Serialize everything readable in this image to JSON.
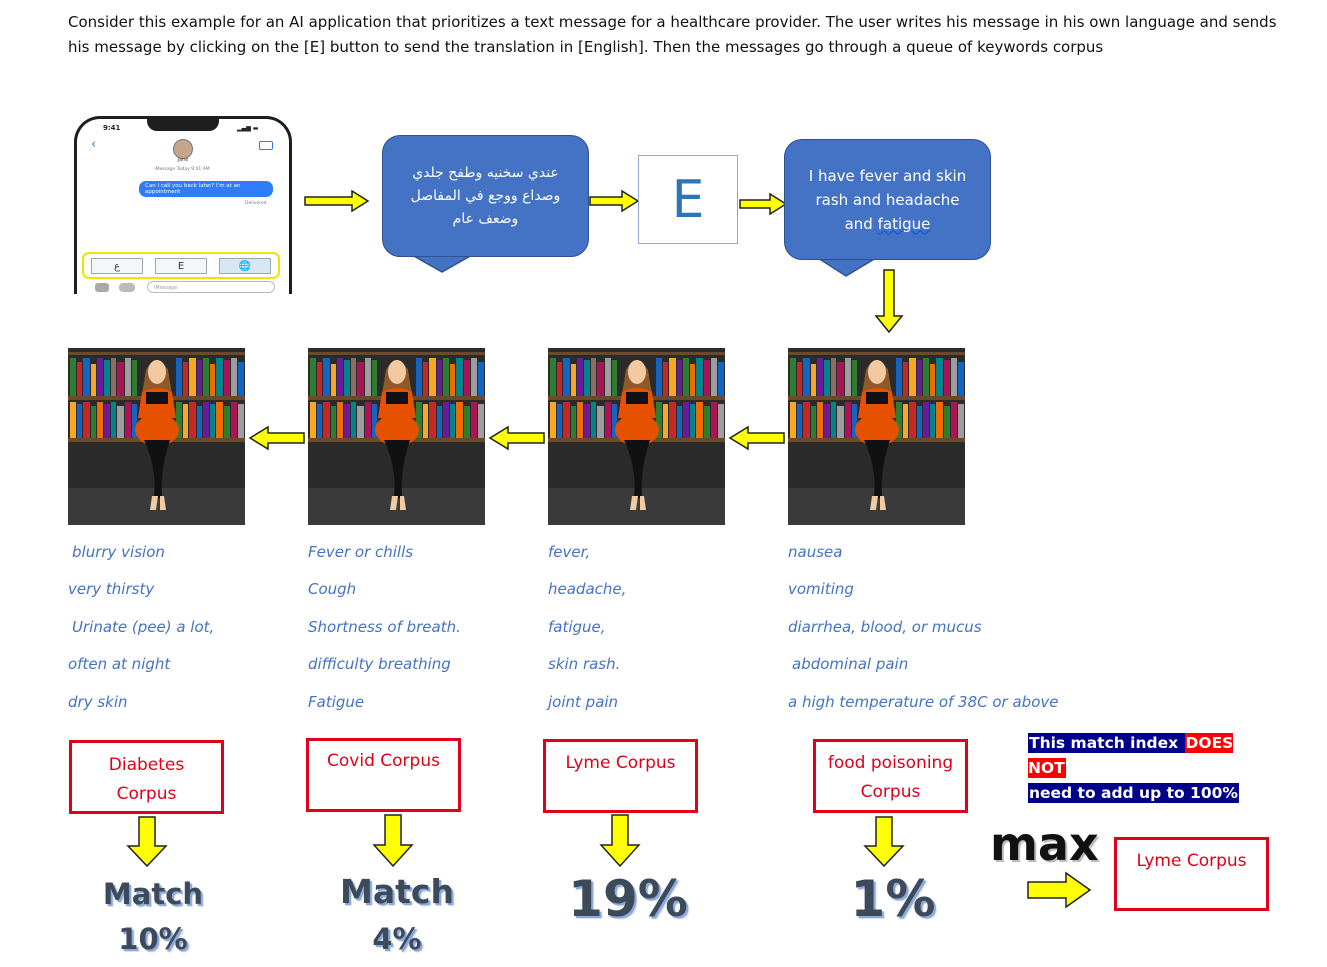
{
  "intro": "Consider this example for an AI application that prioritizes a text message for a healthcare provider. The user writes his message in his own language and sends his message by clicking on the [E] button to send the translation in [English]. Then the messages go through a queue of keywords corpus",
  "phone": {
    "time": "9:41",
    "contact": "Jane",
    "imessage": "iMessage Today 9:41 AM",
    "bubble": "Can I call you back later? I'm at an appointment",
    "delivered": "Delivered",
    "keys": [
      "ع",
      "E",
      "🌐"
    ],
    "input_placeholder": "iMessage"
  },
  "arabic_message": "عندي سخنيه وطفح جلدي وصداع ووجع في المفاصل وضعف عام",
  "e_button": "E",
  "english_message": {
    "before": "I have fever and skin rash and headache and ",
    "underlined": "fatigue"
  },
  "columns": [
    {
      "symptoms": [
        "blurry vision",
        "very thirsty",
        "Urinate (pee) a lot,",
        "often at night",
        "dry skin"
      ],
      "corpus_line1": "Diabetes",
      "corpus_line2": "Corpus",
      "match_word": "Match",
      "match_percent": "10%"
    },
    {
      "symptoms": [
        "Fever or chills",
        "Cough",
        "Shortness of breath.",
        "difficulty breathing",
        "Fatigue"
      ],
      "corpus_line1": "Covid Corpus",
      "corpus_line2": "",
      "match_word": "Match",
      "match_percent": "4%"
    },
    {
      "symptoms": [
        "fever,",
        "headache,",
        "fatigue,",
        "skin rash.",
        "joint pain"
      ],
      "corpus_line1": "Lyme Corpus",
      "corpus_line2": "",
      "match_word": "",
      "match_percent": "19%"
    },
    {
      "symptoms": [
        "nausea",
        "vomiting",
        "diarrhea, blood, or mucus",
        "abdominal pain",
        "a high temperature of 38C or above"
      ],
      "corpus_line1": "food poisoning",
      "corpus_line2": "Corpus",
      "match_word": "",
      "match_percent": "1%"
    }
  ],
  "note": {
    "part1": "This match index ",
    "part2": "DOES NOT",
    "part3": "need to add up to 100%"
  },
  "max_label": "max",
  "result": "Lyme Corpus",
  "colors": {
    "callout": "#4472c4",
    "arrow_fill": "#ffff00",
    "corpus_border": "#e0001a",
    "symptom_text": "#4472c4"
  }
}
